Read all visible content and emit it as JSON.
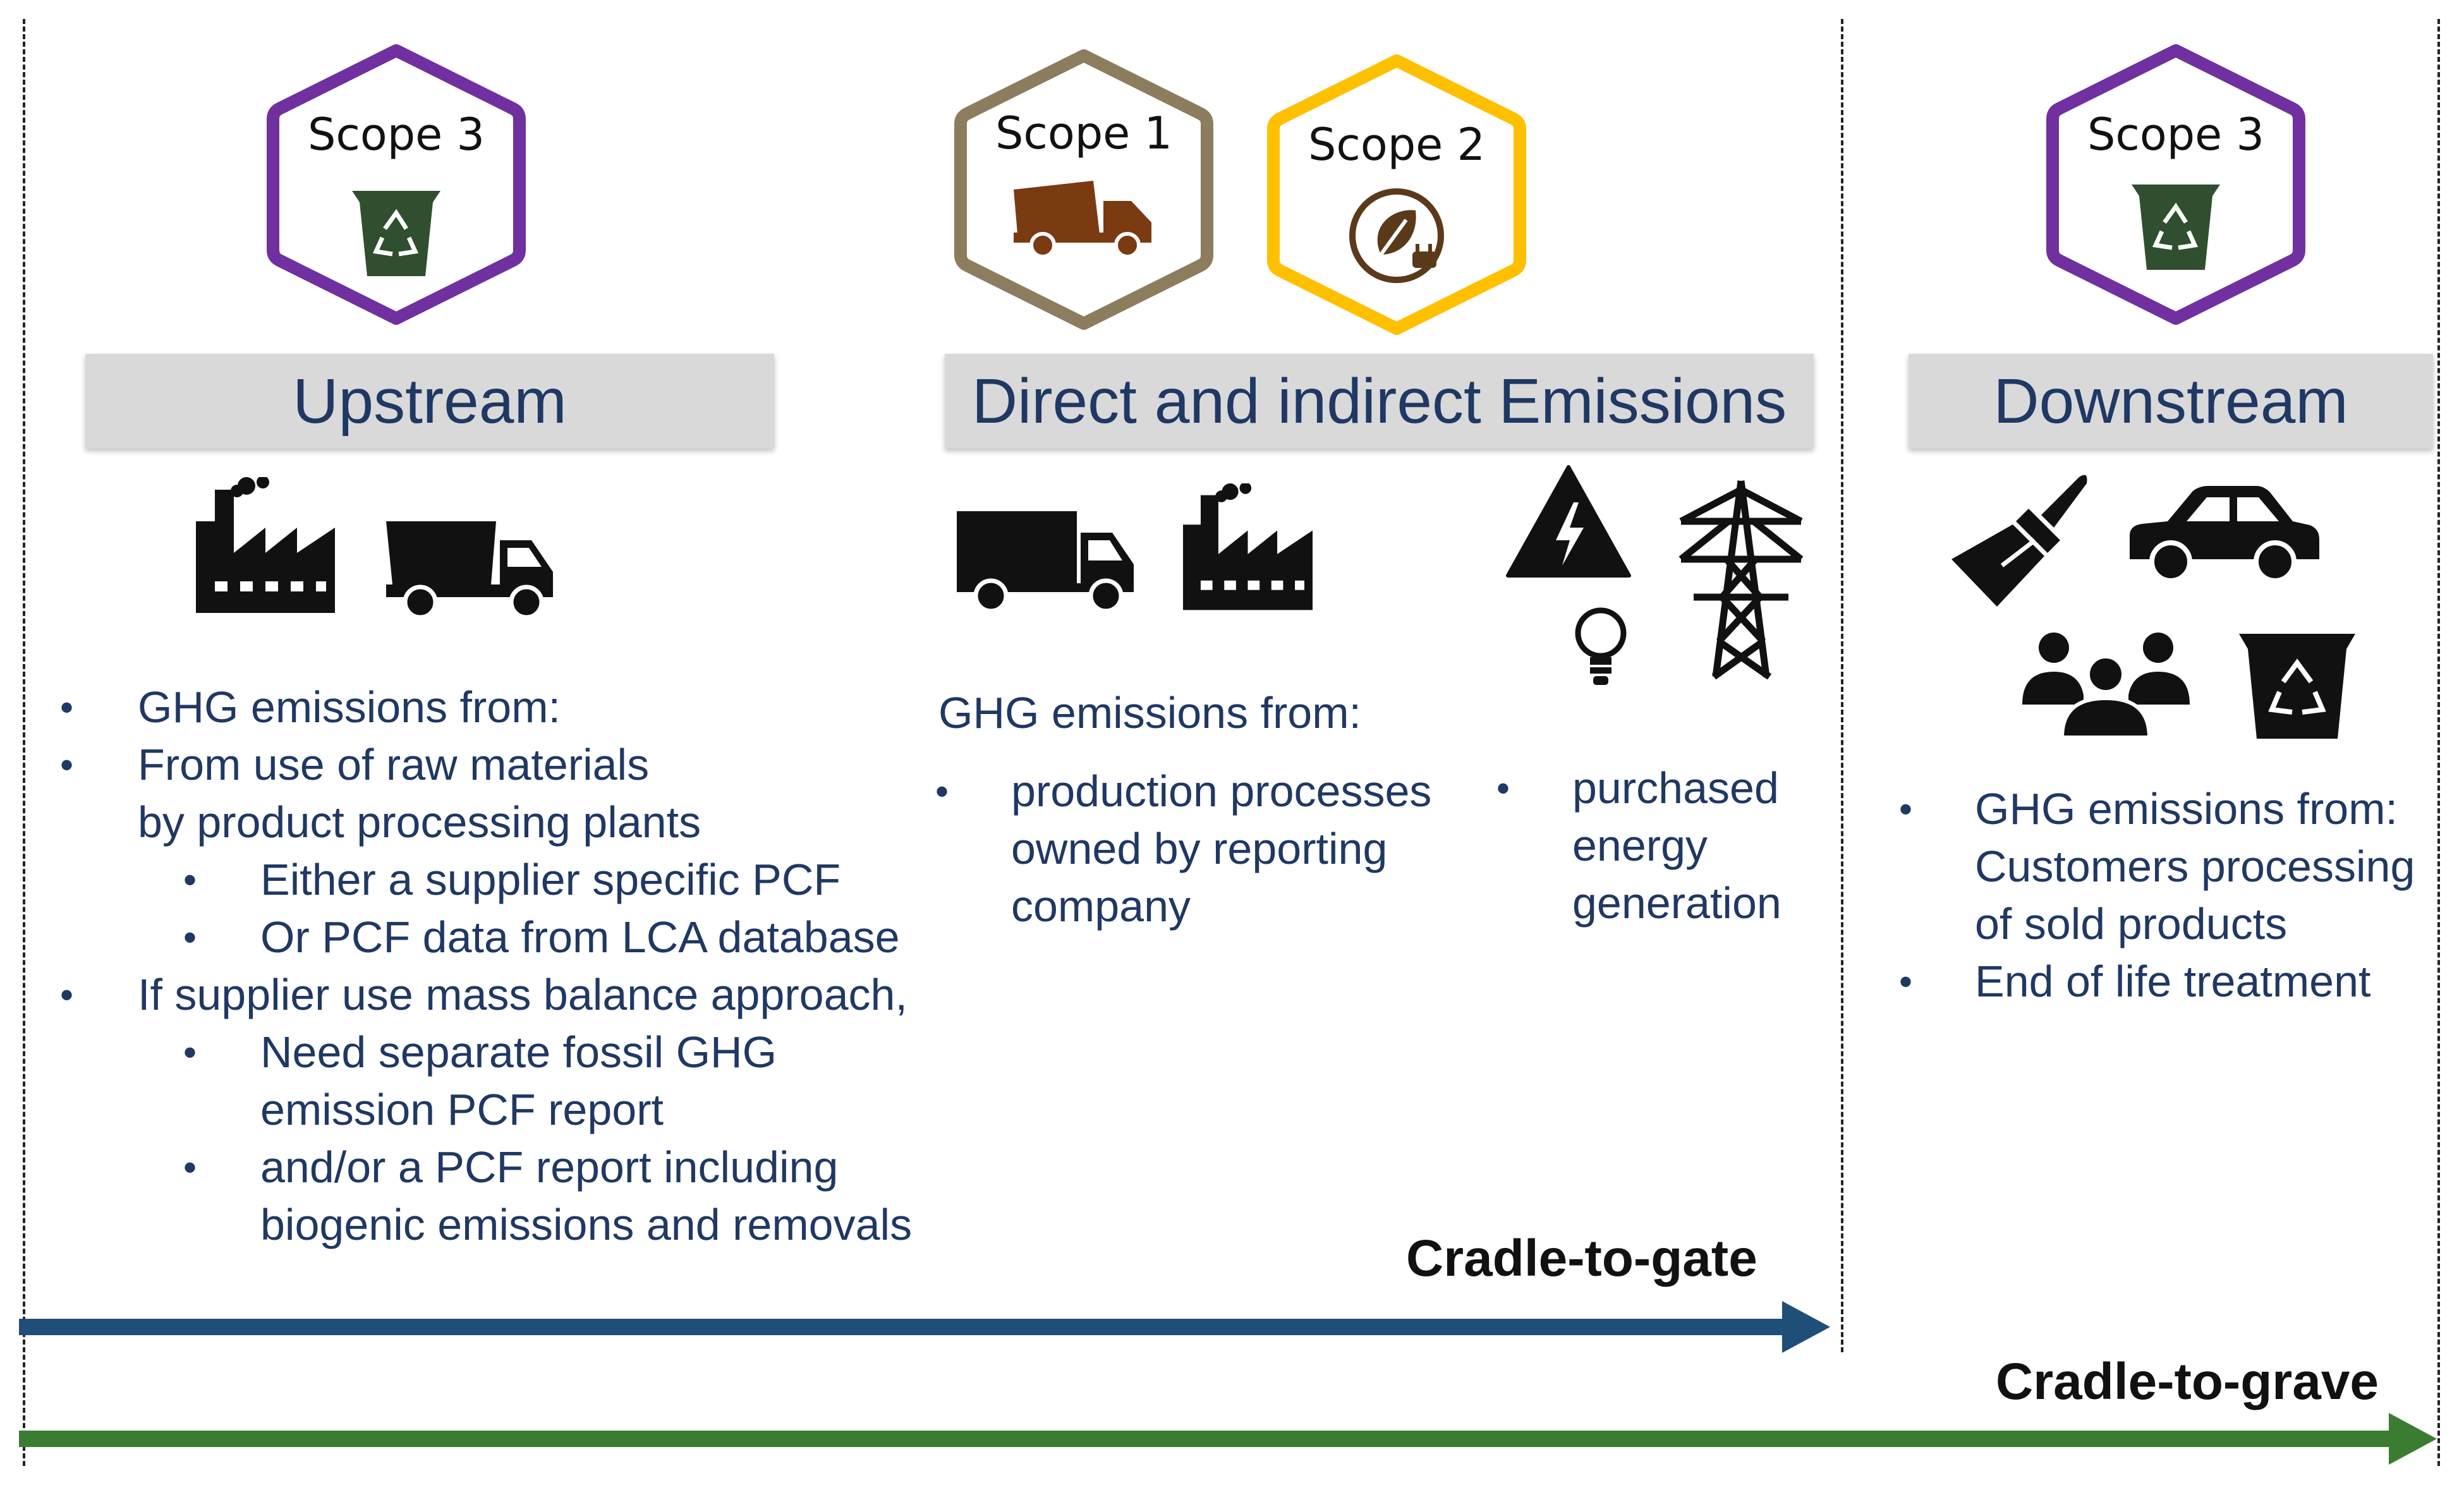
{
  "colors": {
    "scope3": "#7030a0",
    "scope1": "#8b7d5e",
    "scope2": "#ffc000",
    "banner": "#d9d9d9",
    "text": "#1f3864",
    "cradle_to_gate": "#1f4e79",
    "cradle_to_grave": "#3a7d32"
  },
  "badges": {
    "upstream": {
      "label": "Scope 3",
      "icon": "recycle-bin-icon"
    },
    "scope1": {
      "label": "Scope 1",
      "icon": "dump-truck-icon"
    },
    "scope2": {
      "label": "Scope 2",
      "icon": "green-energy-plug-icon"
    },
    "downstream": {
      "label": "Scope 3",
      "icon": "recycle-bin-icon"
    }
  },
  "sections": {
    "upstream": {
      "title": "Upstream",
      "icons": [
        "factory-icon",
        "dump-truck-icon"
      ],
      "lines": [
        "GHG emissions from:",
        "From use of raw materials",
        "by product processing plants",
        "Either a supplier specific PCF",
        "Or PCF data from LCA database",
        "If supplier use mass balance approach,",
        "Need separate fossil GHG",
        "emission PCF report",
        "and/or a PCF report including",
        "biogenic emissions and removals"
      ]
    },
    "direct": {
      "title": "Direct and indirect Emissions",
      "icons": [
        "truck-icon",
        "factory-icon",
        "high-voltage-icon",
        "power-tower-icon",
        "light-bulb-icon"
      ],
      "intro": "GHG emissions from:",
      "col1": [
        "production processes",
        "owned by reporting",
        "company"
      ],
      "col2": [
        "purchased",
        "energy",
        "generation"
      ]
    },
    "downstream": {
      "title": "Downstream",
      "icons": [
        "paintbrush-icon",
        "car-icon",
        "people-group-icon",
        "recycle-bin-icon"
      ],
      "lines": [
        "GHG emissions from:",
        "Customers processing",
        "of sold products",
        "End of life treatment"
      ]
    }
  },
  "arrows": {
    "cradle_to_gate": "Cradle-to-gate",
    "cradle_to_grave": "Cradle-to-grave"
  }
}
